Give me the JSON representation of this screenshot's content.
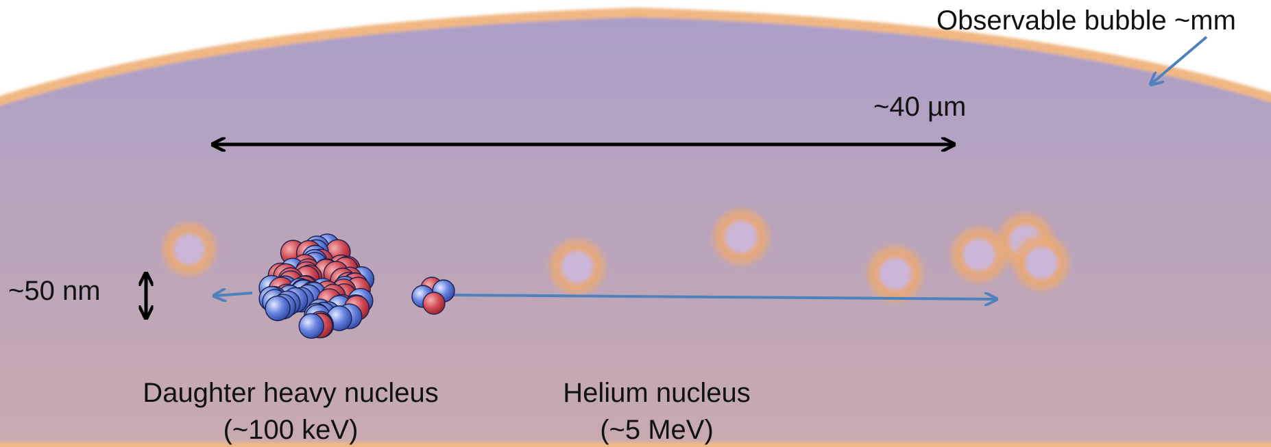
{
  "labels": {
    "bubble": "Observable bubble ~mm",
    "track_length": "~40 µm",
    "bubble_size": "~50 nm",
    "daughter_name": "Daughter heavy nucleus",
    "daughter_energy": "(~100 keV)",
    "helium_name": "Helium nucleus",
    "helium_energy": "(~5 MeV)"
  },
  "colors": {
    "bubble_fill_top": "#ab9fc8",
    "bubble_fill_bottom": "#c8aab0",
    "bubble_rim": "#f0b783",
    "microbubble_ring": "#e8a977",
    "arrow_blue": "#4f81bd",
    "arrow_black": "#000000",
    "proton_red": "#d14b56",
    "neutron_blue": "#6a86e0",
    "nucleon_outline": "#1a1f4a"
  },
  "icons": {
    "daughter_nucleus": "nucleus-cluster-icon",
    "helium_nucleus": "alpha-particle-icon",
    "size_marker": "double-arrow-vertical-icon"
  }
}
